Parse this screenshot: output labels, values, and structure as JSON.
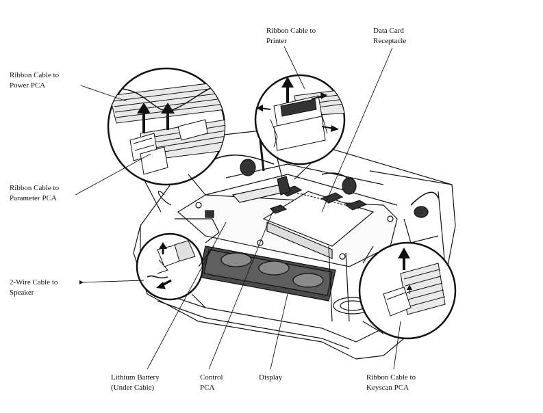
{
  "labels": {
    "ribbon_power": {
      "line1": "Ribbon Cable to",
      "line2": "Power PCA"
    },
    "ribbon_param": {
      "line1": "Ribbon Cable to",
      "line2": "Parameter PCA"
    },
    "speaker": {
      "line1": "2-Wire Cable to",
      "line2": "Speaker"
    },
    "ribbon_printer": {
      "line1": "Ribbon Cable to",
      "line2": "Printer"
    },
    "data_card": {
      "line1": "Data Card",
      "line2": "Receptacle"
    },
    "battery": {
      "line1": "Lithium Battery",
      "line2": "(Under Cable)"
    },
    "control": {
      "line1": "Control",
      "line2": "PCA"
    },
    "display": {
      "line1": "Display",
      "line2": ""
    },
    "ribbon_keyscan": {
      "line1": "Ribbon Cable to",
      "line2": "Keyscan PCA"
    }
  }
}
